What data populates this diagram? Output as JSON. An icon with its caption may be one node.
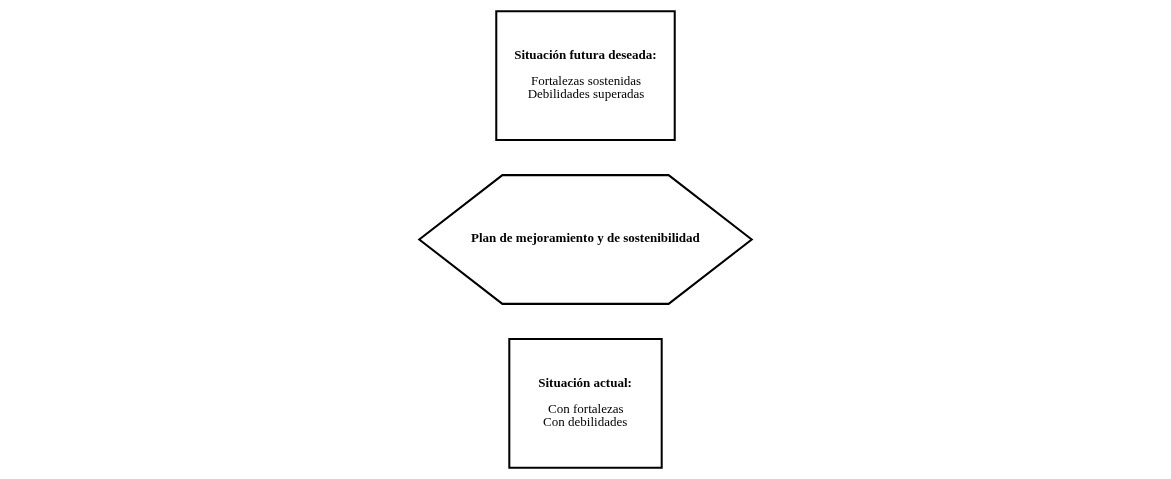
{
  "diagram": {
    "nodes": [
      {
        "text": [
          "Situación actual:",
          "Con fortalezas",
          "Con debilidades"
        ]
      },
      {
        "text": [
          "Plan de mejoramiento y de sostenibilidad"
        ]
      },
      {
        "text": [
          "Situación futura deseada:",
          "Fortalezas sostenidas",
          "Debilidades superadas"
        ]
      }
    ]
  }
}
